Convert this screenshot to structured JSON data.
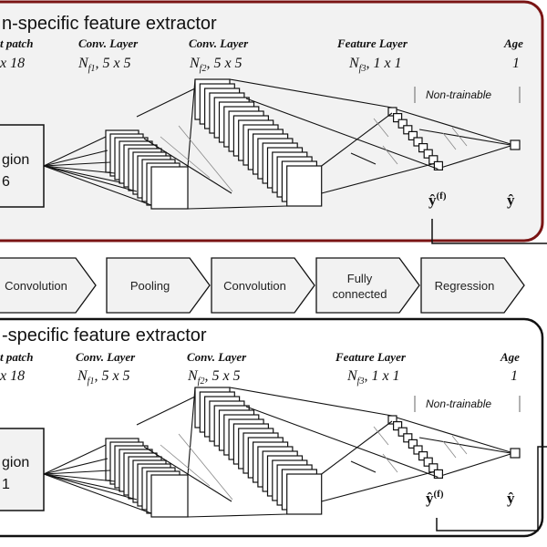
{
  "panels": [
    {
      "id": "top",
      "title": "n-specific feature extractor",
      "headers": {
        "input": "t patch",
        "conv1": "Conv. Layer",
        "conv2": "Conv. Layer",
        "feature": "Feature Layer",
        "age": "Age"
      },
      "dims": {
        "input": "x 18",
        "conv1": "N_{f1}, 5 x 5",
        "conv2": "N_{f2}, 5 x 5",
        "feature": "N_{f3}, 1 x 1",
        "age": "1"
      },
      "region_line1": "gion",
      "region_line2": "6",
      "non_trainable": "Non-trainable",
      "output_feature": "ŷ(f)",
      "output_age": "ŷ"
    },
    {
      "id": "bottom",
      "title": "-specific feature extractor",
      "headers": {
        "input": "t patch",
        "conv1": "Conv. Layer",
        "conv2": "Conv. Layer",
        "feature": "Feature Layer",
        "age": "Age"
      },
      "dims": {
        "input": "x 18",
        "conv1": "N_{f1}, 5 x 5",
        "conv2": "N_{f2}, 5 x 5",
        "feature": "N_{f3}, 1 x 1",
        "age": "1"
      },
      "region_line1": "gion",
      "region_line2": "1",
      "non_trainable": "Non-trainable",
      "output_feature": "ŷ(f)",
      "output_age": "ŷ"
    }
  ],
  "steps": [
    {
      "label": "Convolution"
    },
    {
      "label": "Pooling"
    },
    {
      "label": "Convolution"
    },
    {
      "label": "Fully",
      "label2": "connected"
    },
    {
      "label": "Regression"
    }
  ],
  "colors": {
    "top_border": "#7a1414",
    "bottom_border": "#111111",
    "panel_fill": "#f2f2f2",
    "arrow_fill": "#f2f2f2"
  }
}
